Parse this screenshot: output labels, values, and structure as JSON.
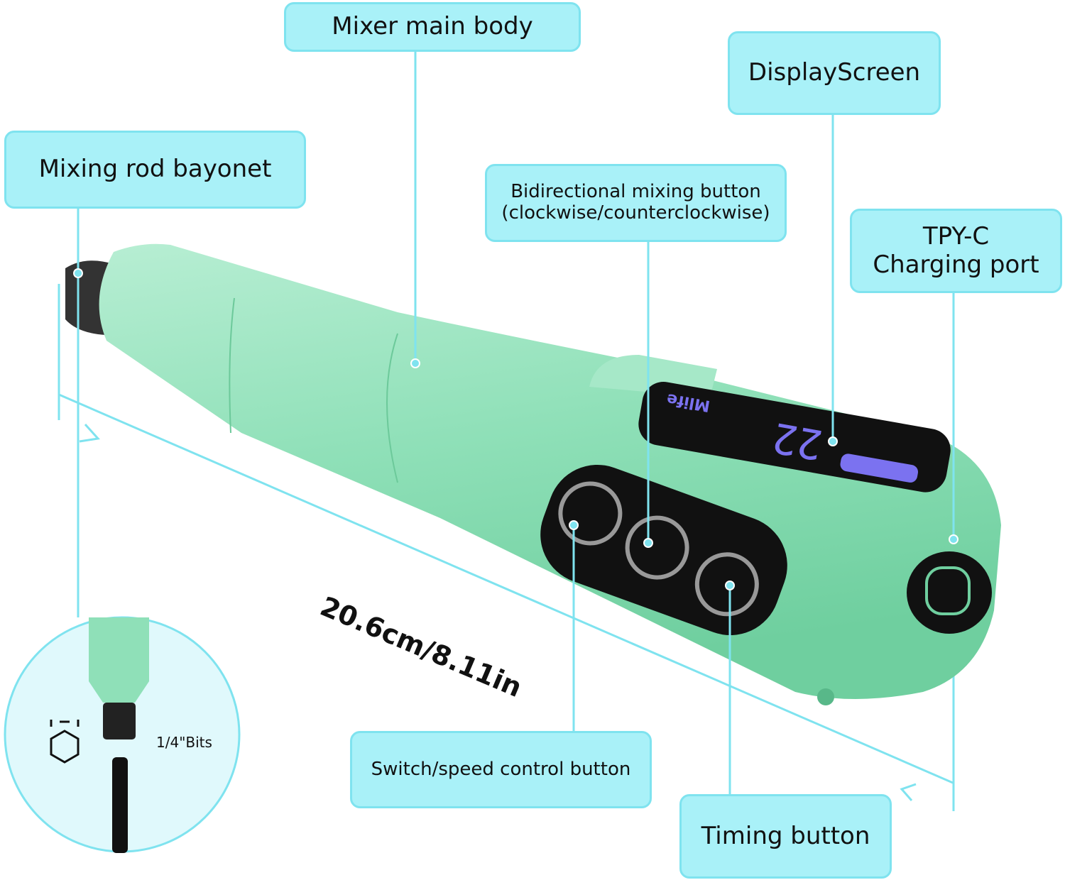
{
  "callouts": {
    "main_body": "Mixer main body",
    "display_screen": "DisplayScreen",
    "rod_bayonet": "Mixing rod bayonet",
    "bidirectional_line1": "Bidirectional mixing button",
    "bidirectional_line2": "(clockwise/counterclockwise)",
    "charging_line1": "TPY-C",
    "charging_line2": "Charging port",
    "switch_speed": "Switch/speed control button",
    "timing": "Timing button"
  },
  "dimension": "20.6cm/8.11in",
  "inset": {
    "bits_label": "1/4\"Bits",
    "icon": "hexagon-icon"
  },
  "display": {
    "brand": "Mlife",
    "digits": "22"
  },
  "colors": {
    "callout_fill": "#a9f1f8",
    "callout_border": "#7fe3ef",
    "leader": "#7fe3ef",
    "body": "#8fe0b8",
    "screen_glyphs": "#7b72f0"
  }
}
